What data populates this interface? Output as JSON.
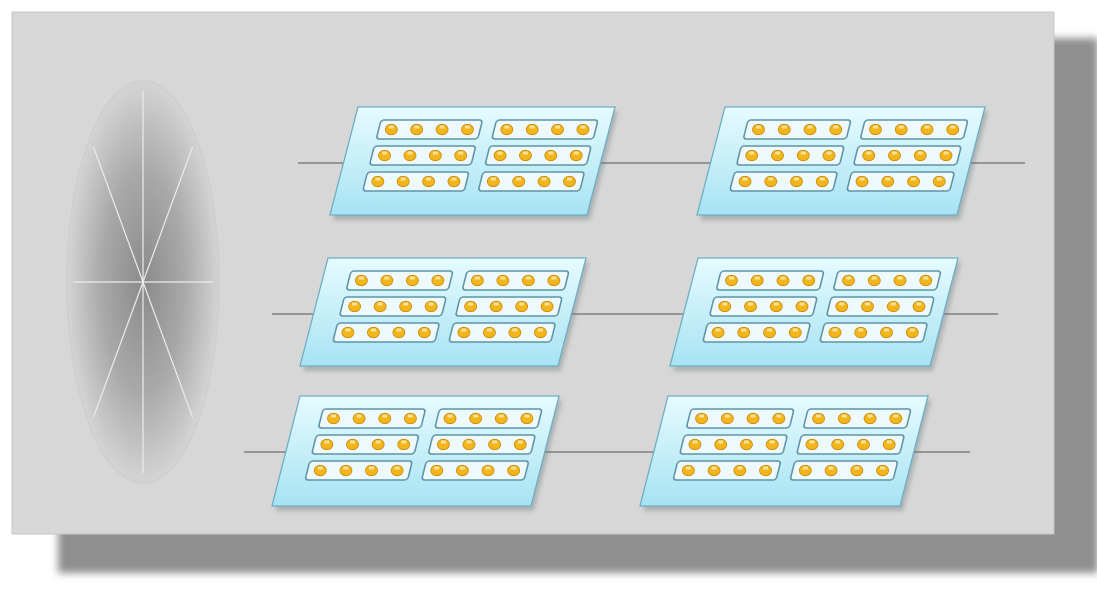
{
  "diagram": {
    "description_free": true,
    "colors": {
      "panel": "#d7d7d7",
      "panel_border": "#c4c4c4",
      "shadow": "#8f8f8f",
      "plate_fill_top": "#e6fbff",
      "plate_fill_bottom": "#a7e3f3",
      "plate_stroke": "#6eaec4",
      "strip_fill": "#eef9fc",
      "strip_stroke": "#5e94a8",
      "chip": "#f2b51c",
      "chip_dark": "#c98a08",
      "connector": "#6f6f6f",
      "ellipse_dark": "#8a8a8a",
      "ellipse_light": "#d4d4d4",
      "spoke": "#ececec"
    },
    "wheel": {
      "spokes": 8
    },
    "rows": [
      {
        "name": "row-1",
        "plates": 2
      },
      {
        "name": "row-2",
        "plates": 2
      },
      {
        "name": "row-3",
        "plates": 2
      }
    ],
    "plate_layout": {
      "columns": 2,
      "strips_per_column": 3,
      "chips_per_strip": 4
    }
  }
}
